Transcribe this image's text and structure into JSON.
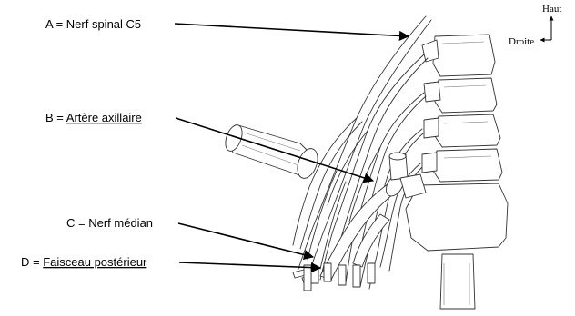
{
  "labels": {
    "a": {
      "prefix": "A = ",
      "text": "Nerf spinal C5"
    },
    "b": {
      "prefix": "B = ",
      "text": "Artère axillaire"
    },
    "c": {
      "prefix": "C = ",
      "text": "Nerf médian"
    },
    "d": {
      "prefix": "D = ",
      "text": "Faisceau postérieur"
    }
  },
  "orientation": {
    "up": "Haut",
    "right": "Droite"
  }
}
